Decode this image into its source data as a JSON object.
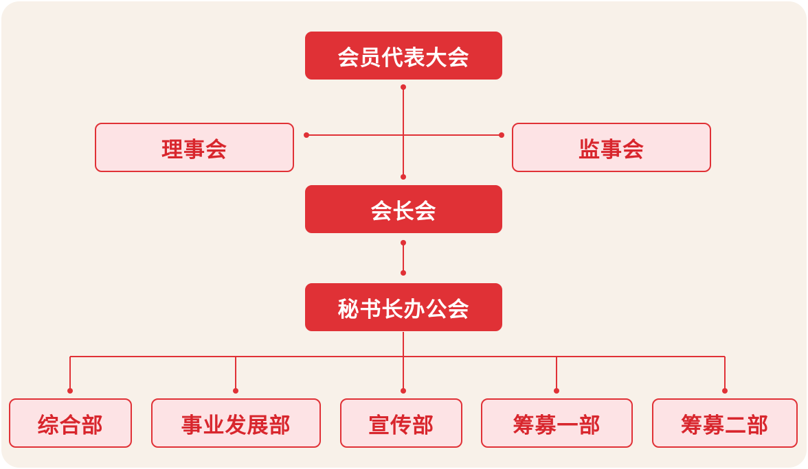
{
  "org_chart": {
    "top": "会员代表大会",
    "left_board": "理事会",
    "right_board": "监事会",
    "presidents": "会长会",
    "secretariat": "秘书长办公会",
    "departments": [
      "综合部",
      "事业发展部",
      "宣传部",
      "筹募一部",
      "筹募二部"
    ]
  },
  "colors": {
    "primary": "#e03136",
    "light_fill": "#fde3e5",
    "background": "#f8f1e9"
  }
}
